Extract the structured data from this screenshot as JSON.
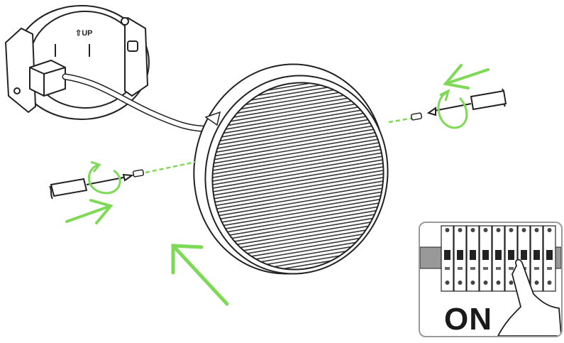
{
  "mount_plate": {
    "orientation_mark": "⇧UP"
  },
  "inset": {
    "switch_state_label": "ON",
    "breaker_count": 9
  },
  "colors": {
    "arrow_green": "#7ed957",
    "line": "#222222",
    "frame_border": "#9a9a9a"
  },
  "icons": [
    "screwdriver-icon",
    "screw-icon",
    "rotate-arrow-icon",
    "push-arrow-icon",
    "hand-icon"
  ]
}
